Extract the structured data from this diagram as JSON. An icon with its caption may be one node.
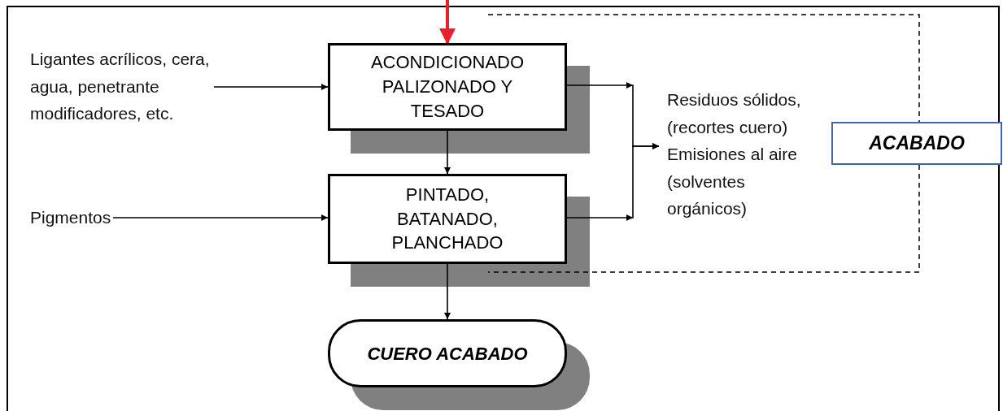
{
  "diagram": {
    "nodes": [
      {
        "text": [
          "Ligantes acrílicos, cera, agua, penetrante modificadores, etc."
        ]
      },
      {
        "text": [
          "ACONDICIONADO PALIZONADO Y TESADO"
        ]
      },
      {
        "text": [
          "Pigmentos"
        ]
      },
      {
        "text": [
          "PINTADO, BATANADO, PLANCHADO"
        ]
      },
      {
        "text": [
          "CUERO ACABADO"
        ]
      },
      {
        "text": [
          "Residuos sólidos, (recortes cuero) Emisiones al aire (solventes orgánicos)"
        ]
      },
      {
        "text": [
          "ACABADO"
        ]
      }
    ],
    "edges": [
      {
        "from": null,
        "to": 1,
        "arrow": "to",
        "style": "thick",
        "color": "#e8202a"
      },
      {
        "from": 0,
        "to": 1,
        "arrow": "to"
      },
      {
        "from": 2,
        "to": 3,
        "arrow": "to"
      },
      {
        "from": 1,
        "to": 3,
        "arrow": "to"
      },
      {
        "from": 3,
        "to": 4,
        "arrow": "to"
      },
      {
        "from": 1,
        "to": 5,
        "arrow": "to"
      },
      {
        "from": 3,
        "to": 5,
        "arrow": "to"
      }
    ]
  }
}
